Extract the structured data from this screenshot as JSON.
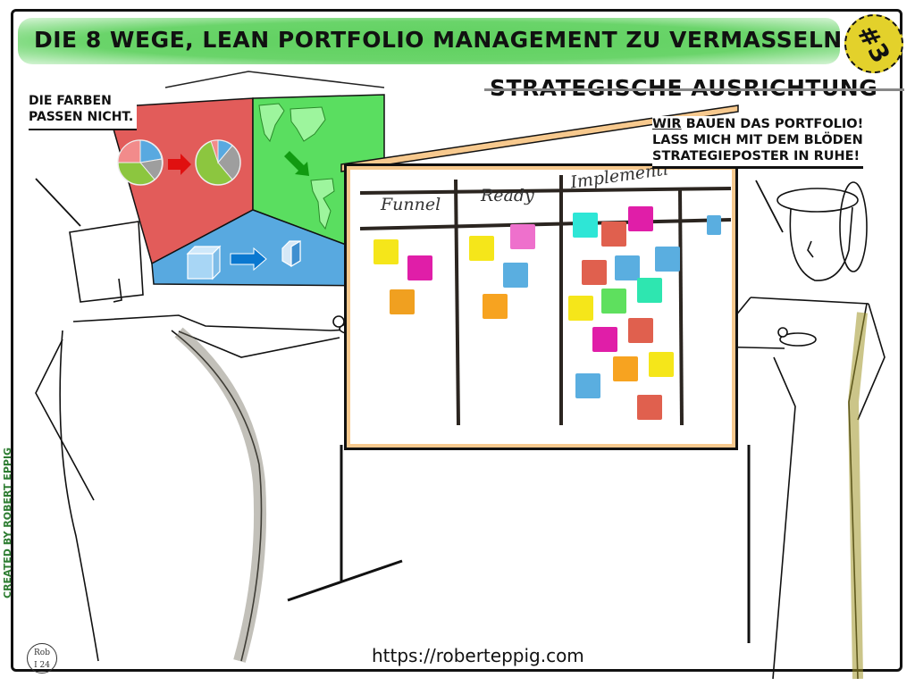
{
  "header": {
    "title": "DIE 8 WEGE, LEAN PORTFOLIO MANAGEMENT ZU VERMASSELN",
    "badge": "#3"
  },
  "strategy_heading": "STRATEGISCHE AUSRICHTUNG",
  "speech_left": {
    "line1": "DIE FARBEN",
    "line2": "PASSEN NICHT."
  },
  "speech_right": {
    "emphasis": "WIR",
    "line1_rest": " BAUEN DAS PORTFOLIO!",
    "line2": "LASS MICH MIT DEM BLÖDEN",
    "line3": "STRATEGIEPOSTER IN RUHE!"
  },
  "board": {
    "columns": [
      "Funnel",
      "Ready",
      "Implementi",
      ""
    ],
    "notes": {
      "funnel": [
        "#f5e61a",
        "#e01ea8",
        "#f0a020"
      ],
      "ready": [
        "#f5e61a",
        "#ee70cc",
        "#5aaee0",
        "#f7a320"
      ],
      "implementing": [
        "#2ee6d6",
        "#e0604e",
        "#e01ea8",
        "#e0604e",
        "#5aaee0",
        "#5aaee0",
        "#f5e61a",
        "#5ee05e",
        "#2ee6b0",
        "#e01ea8",
        "#e0604e",
        "#f7a320",
        "#f5e61a",
        "#5aaee0",
        "#e0604e"
      ],
      "done": [
        "#5aaee0"
      ]
    }
  },
  "poster": {
    "colors": {
      "red": "#e25c5a",
      "green": "#5ade60",
      "blue": "#58a9e0"
    }
  },
  "footer": {
    "url": "https://roberteppig.com",
    "credit": "CREATED BY ROBERT EPPIG",
    "signature_line1": "Rob",
    "signature_line2": "I 24"
  }
}
